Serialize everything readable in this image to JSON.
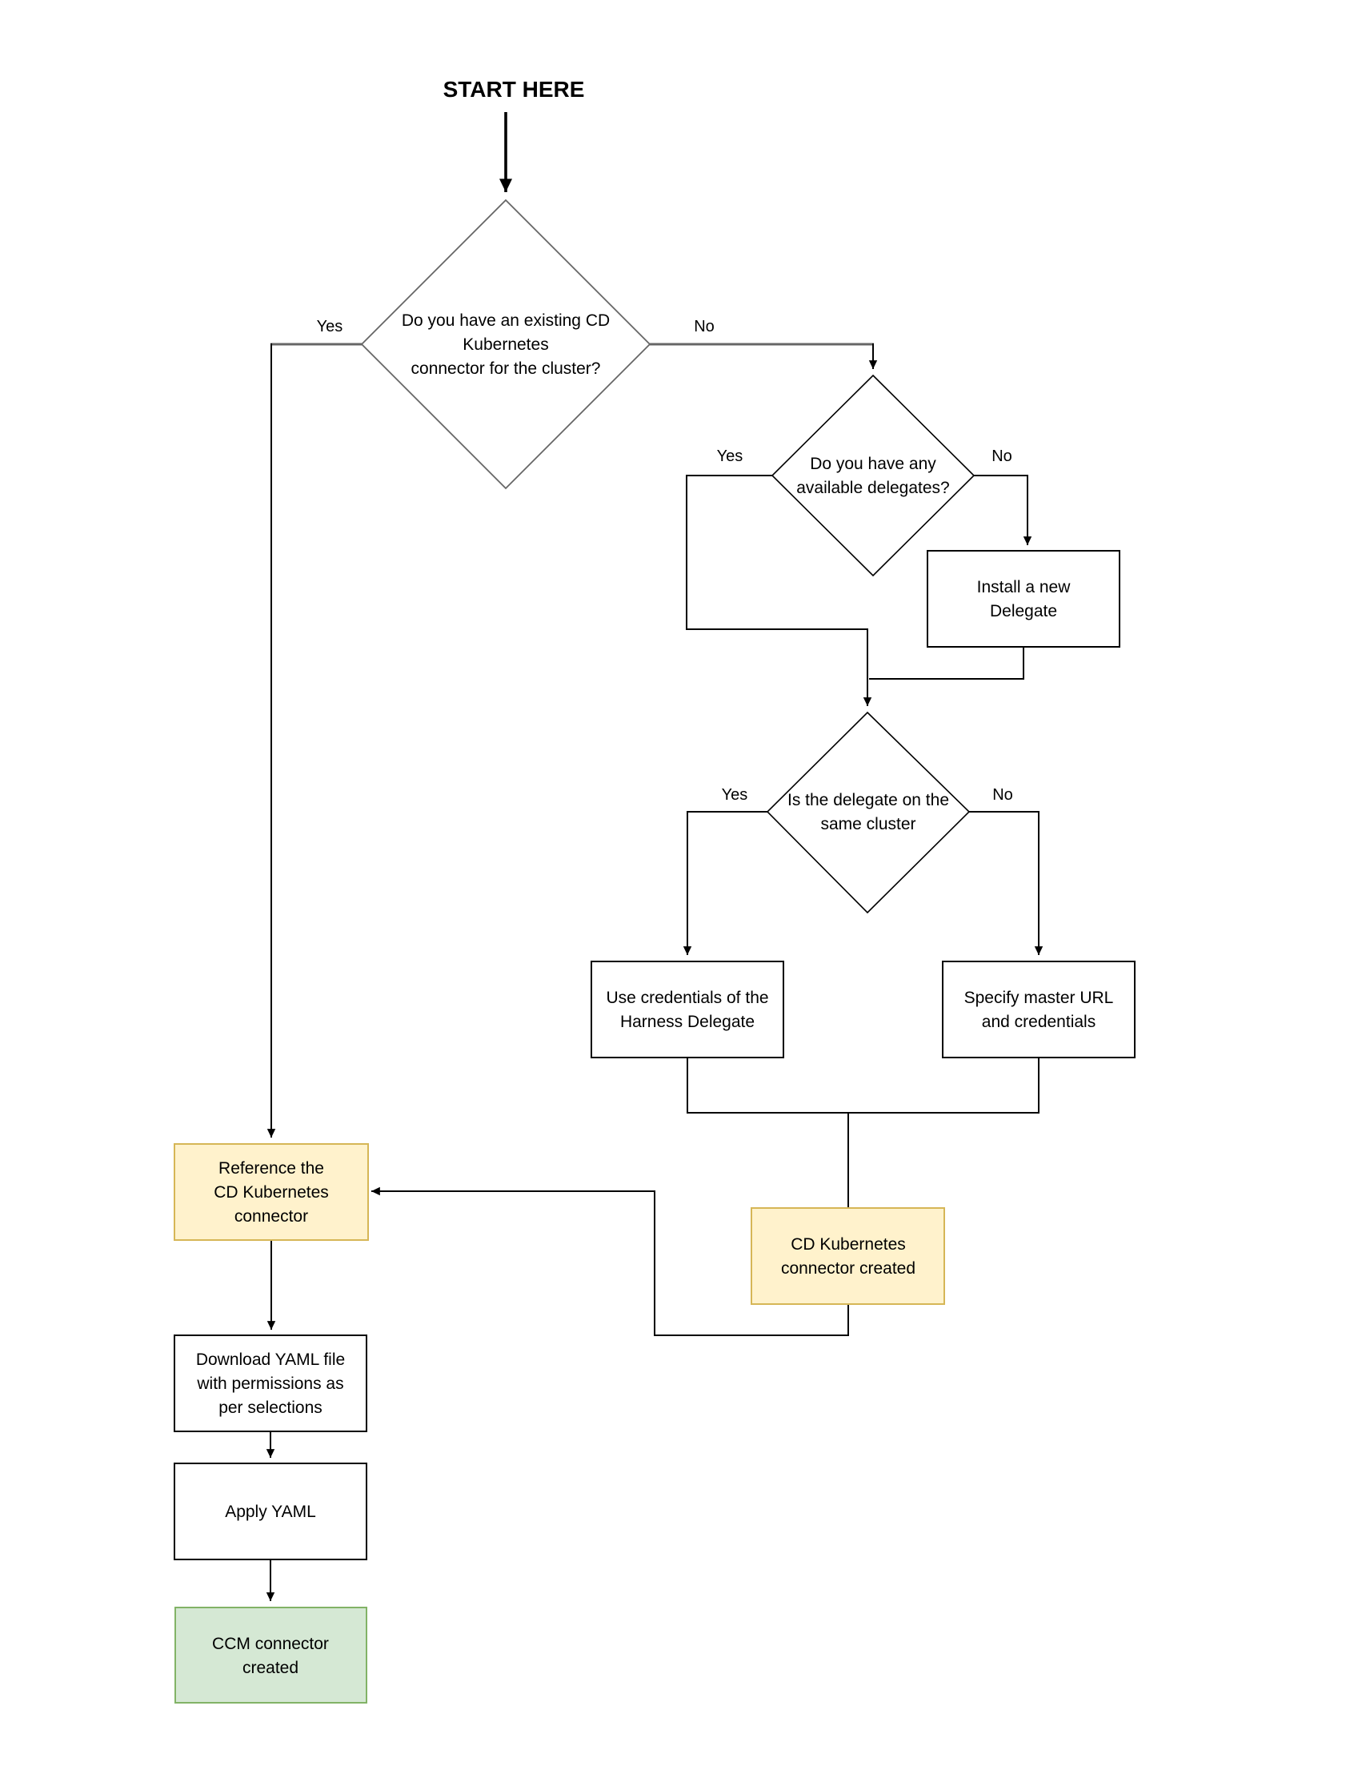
{
  "title": "START HERE",
  "colors": {
    "line_black": "#000000",
    "line_gray": "#666666",
    "yellow_fill": "#fff2cc",
    "yellow_border": "#d6b656",
    "green_fill": "#d5e8d4",
    "green_border": "#82b366"
  },
  "nodes": {
    "decision_existing_connector": {
      "type": "decision",
      "lines": [
        "Do you have an existing CD",
        "Kubernetes",
        "connector for the cluster?"
      ]
    },
    "decision_available_delegates": {
      "type": "decision",
      "lines": [
        "Do you have any",
        "available delegates?"
      ]
    },
    "decision_same_cluster": {
      "type": "decision",
      "lines": [
        "Is the delegate on the",
        "same cluster"
      ]
    },
    "install_delegate": {
      "type": "process",
      "lines": [
        "Install a new",
        "Delegate"
      ]
    },
    "use_credentials": {
      "type": "process",
      "lines": [
        "Use credentials of the",
        "Harness Delegate"
      ]
    },
    "specify_master_url": {
      "type": "process",
      "lines": [
        "Specify master URL",
        "and credentials"
      ]
    },
    "cd_connector_created": {
      "type": "milestone",
      "lines": [
        "CD Kubernetes",
        "connector created"
      ]
    },
    "reference_connector": {
      "type": "milestone",
      "lines": [
        "Reference the",
        "CD Kubernetes",
        "connector"
      ]
    },
    "download_yaml": {
      "type": "process",
      "lines": [
        "Download YAML file",
        "with permissions as",
        "per selections"
      ]
    },
    "apply_yaml": {
      "type": "process",
      "lines": [
        "Apply YAML"
      ]
    },
    "ccm_connector_created": {
      "type": "end",
      "lines": [
        "CCM connector",
        "created"
      ]
    }
  },
  "edge_labels": {
    "d1_yes": "Yes",
    "d1_no": "No",
    "d2_yes": "Yes",
    "d2_no": "No",
    "d3_yes": "Yes",
    "d3_no": "No"
  }
}
